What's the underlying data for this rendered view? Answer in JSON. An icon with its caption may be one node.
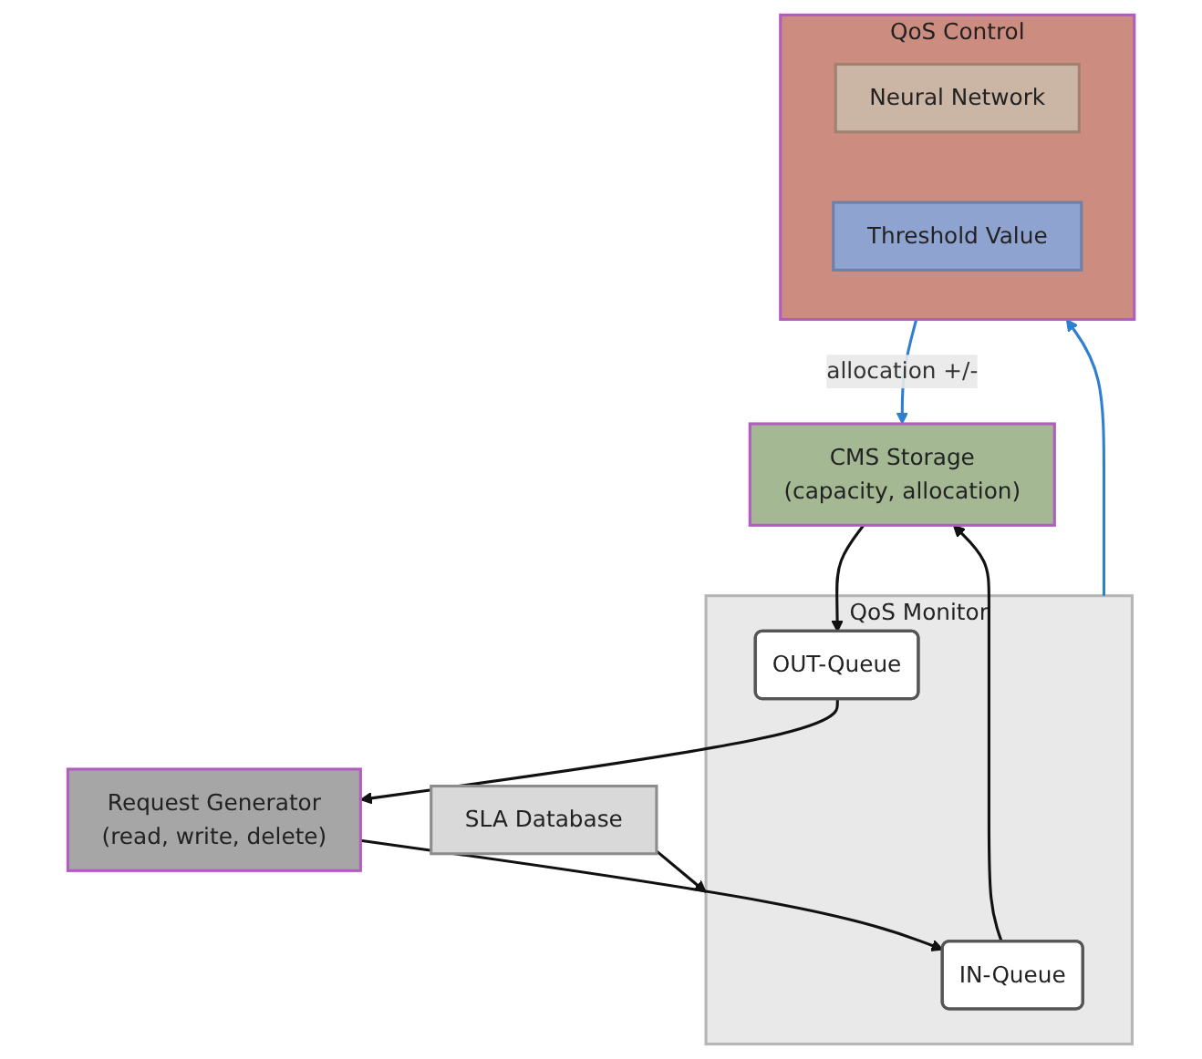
{
  "diagram": {
    "nodes": [
      {
        "text": [
          "SLA Database"
        ]
      },
      {
        "text": [
          "QoS Monitor"
        ]
      },
      {
        "text": [
          "IN-Queue"
        ],
        "in": 1
      },
      {
        "text": [
          "OUT-Queue"
        ],
        "in": 1
      },
      {
        "text": [
          "Request Generator",
          "(read, write, delete)"
        ]
      },
      {
        "text": [
          "CMS Storage",
          "(capacity, allocation)"
        ]
      },
      {
        "text": [
          "QoS Control"
        ]
      },
      {
        "text": [
          "Neural Network"
        ],
        "in": 6
      },
      {
        "text": [
          "Threshold Value"
        ],
        "in": 6
      }
    ],
    "edges": [
      {
        "from": 0,
        "to": 1,
        "arrow": "to"
      },
      {
        "from": 4,
        "to": 2,
        "arrow": "to"
      },
      {
        "from": 2,
        "to": 5,
        "arrow": "to"
      },
      {
        "from": 5,
        "to": 3,
        "arrow": "to"
      },
      {
        "from": 3,
        "to": 4,
        "arrow": "to"
      },
      {
        "from": 1,
        "to": 6,
        "arrow": "to",
        "color": "#2f7fd0"
      },
      {
        "from": 6,
        "to": 5,
        "arrow": "to",
        "label": "allocation +/-",
        "color": "#2f7fd0"
      }
    ]
  }
}
